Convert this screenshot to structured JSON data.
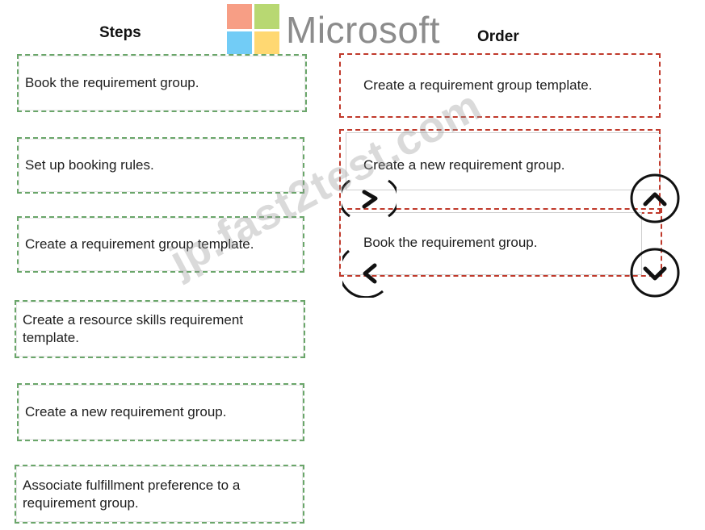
{
  "logo": {
    "text": "Microsoft",
    "colors": [
      "#f25022",
      "#7fba00",
      "#00a4ef",
      "#ffb900"
    ],
    "icon": "microsoft-logo-icon"
  },
  "watermark": {
    "text": "jp.fast2test.com"
  },
  "steps": {
    "heading": "Steps",
    "items": [
      "Book the requirement group.",
      "Set up booking rules.",
      "Create a requirement group template.",
      "Create a resource skills requirement template.",
      "Create a new requirement group.",
      "Associate fulfillment preference to a requirement group."
    ]
  },
  "order": {
    "heading": "Order",
    "items": [
      "Create a requirement group template.",
      "Create a new requirement group.",
      "Book the requirement group."
    ]
  },
  "controls": {
    "move_right_icon": "chevron-right-icon",
    "move_left_icon": "chevron-left-icon",
    "move_up_icon": "chevron-up-icon",
    "move_down_icon": "chevron-down-icon"
  },
  "colors": {
    "steps_border": "#6aa66a",
    "order_border": "#c0392b"
  }
}
